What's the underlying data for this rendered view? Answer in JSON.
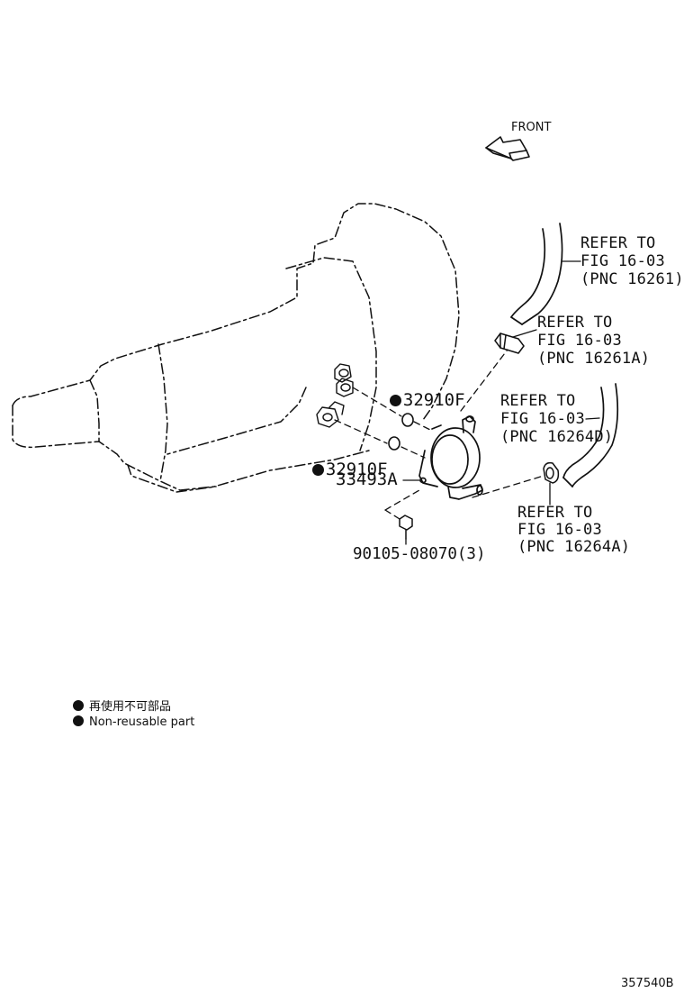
{
  "front_label": "FRONT",
  "callouts": {
    "seal_upper": "32910F",
    "seal_lower": "32910F",
    "cooler": "33493A",
    "bolt": "90105-08070(3)"
  },
  "refer_16261": [
    "REFER TO",
    "FIG 16-03",
    "(PNC 16261)"
  ],
  "refer_16261a": [
    "REFER TO",
    "FIG 16-03",
    "(PNC 16261A)"
  ],
  "refer_16264d": [
    "REFER TO",
    "FIG 16-03",
    "(PNC 16264D)"
  ],
  "refer_16264a": [
    "REFER TO",
    "FIG 16-03",
    "(PNC 16264A)"
  ],
  "legend": [
    {
      "text": "再使用不可部品"
    },
    {
      "text": "Non-reusable part"
    }
  ],
  "figure_id": "357540B",
  "colors": {
    "ink": "#111111",
    "background": "#ffffff"
  }
}
